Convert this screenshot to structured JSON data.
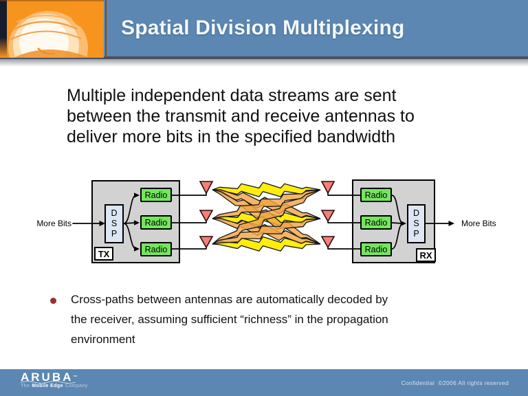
{
  "slide": {
    "title": "Spatial Division Multiplexing",
    "intro_lines": [
      "Multiple independent data streams are sent",
      "between the transmit and receive antennas to",
      "deliver more bits in the specified bandwidth"
    ],
    "bullet_lines": [
      "Cross-paths between antennas are automatically decoded by",
      "the receiver, assuming sufficient “richness” in the propagation",
      "environment"
    ]
  },
  "diagram": {
    "more_bits_left": "More Bits",
    "more_bits_right": "More Bits",
    "tx_label": "TX",
    "rx_label": "RX",
    "dsp_letters": [
      "D",
      "S",
      "P"
    ],
    "radio_label": "Radio",
    "tx_antennas": 3,
    "rx_antennas": 3,
    "paths": {
      "direct_count": 3,
      "cross_count": 6,
      "direct_color": "#ffec00",
      "cross_color": "#f0a546"
    }
  },
  "footer": {
    "brand": "ARUBA",
    "trademark": "™",
    "tagline": {
      "pre": "The",
      "bold": "Mobile Edge",
      "post": "Company"
    },
    "legal": "Confidential  ©2006 All rights reserved"
  },
  "colors": {
    "header_blue": "#5b87b2",
    "logo_orange": "#f7941e",
    "bullet_maroon": "#9b2f34",
    "radio_green": "#74e65e",
    "dsp_blue": "#dce6f4",
    "antenna_red": "#f3807a",
    "box_gray": "#d2d2d2"
  }
}
